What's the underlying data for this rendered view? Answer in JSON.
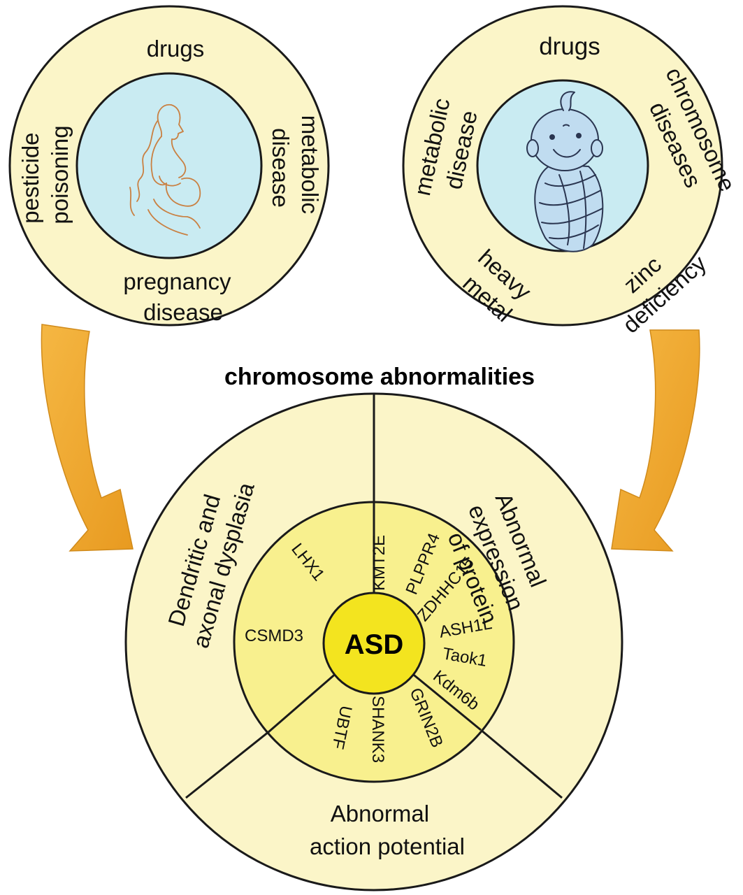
{
  "title": "chromosome abnormalities",
  "center": "ASD",
  "prenatal": {
    "top": "drugs",
    "left": [
      "pesticide",
      "poisoning"
    ],
    "right": [
      "metabolic",
      "disease"
    ],
    "bottom": [
      "pregnancy",
      "disease"
    ]
  },
  "postnatal": {
    "top": "drugs",
    "left": [
      "metabolic",
      "disease"
    ],
    "right": [
      "chromosome",
      "diseases"
    ],
    "bottom_left": [
      "heavy",
      "metal"
    ],
    "bottom_right": [
      "zinc",
      "deficiency"
    ]
  },
  "outer_sectors": {
    "left": [
      "Dendritic and",
      "axonal dysplasia"
    ],
    "right": [
      "Abnormal",
      "expression",
      "of protein"
    ],
    "bottom": [
      "Abnormal",
      "action potential"
    ]
  },
  "genes": [
    "LHX1",
    "CSMD3",
    "KMT2E",
    "PLPPR4",
    "ZDHHC15",
    "ASH1L",
    "Taok1",
    "Kdm6b",
    "GRIN2B",
    "SHANK3",
    "UBTF"
  ],
  "colors": {
    "outer_fill": "#fbf5c8",
    "middle_fill": "#f8f08e",
    "center_fill": "#f3e41f",
    "inner_disc": "#c9ebf2",
    "arrow": "#f0a52e",
    "stroke": "#1a1a1a",
    "figure_line": "#c98042",
    "baby_blue": "#c0dcf0"
  }
}
